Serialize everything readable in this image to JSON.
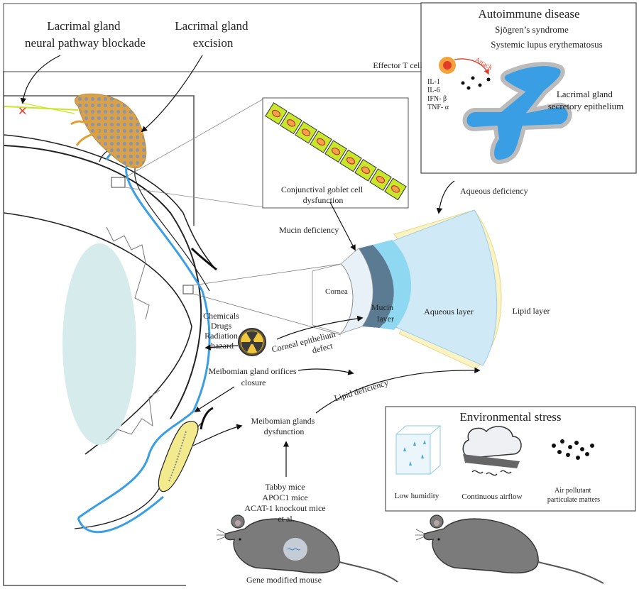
{
  "top_labels": {
    "neural_line1": "Lacrimal gland",
    "neural_line2": "neural pathway blockade",
    "excision_line1": "Lacrimal gland",
    "excision_line2": "excision"
  },
  "autoimmune": {
    "title": "Autoimmune disease",
    "item1": "Sjögren’s syndrome",
    "item2": "Systemic lupus erythematosus",
    "effector": "Effector T cell",
    "attack": "Attack",
    "cytokines": [
      "IL-1",
      "IL-6",
      "IFN- β",
      "TNF- α"
    ],
    "gland_line1": "Lacrimal gland",
    "gland_line2": "secretory epithelium"
  },
  "goblet": {
    "line1": "Conjunctival goblet cell",
    "line2": "dysfunction"
  },
  "tear_film": {
    "mucin_deficiency": "Mucin deficiency",
    "aqueous_deficiency": "Aqueous deficiency",
    "cornea": "Cornea",
    "mucin_layer_1": "Mucin",
    "mucin_layer_2": "layer",
    "aqueous_layer": "Aqueous layer",
    "lipid_layer": "Lipid layer"
  },
  "chemical": {
    "items": [
      "Chemicals",
      "Drugs",
      "Radiation",
      "hazard"
    ],
    "defect_line1": "Corneal epithelium",
    "defect_line2": "defect"
  },
  "meibomian": {
    "orifices_line1": "Meibomian gland orifices",
    "orifices_line2": "closure",
    "lipid_deficiency": "Lipid deficiency",
    "dysfunction_line1": "Meibomian glands",
    "dysfunction_line2": "dysfunction"
  },
  "mice": {
    "models": [
      "Tabby mice",
      "APOC1 mice",
      "ACAT-1 knockout mice",
      "et al."
    ],
    "gene_label": "Gene modified mouse"
  },
  "environment": {
    "title": "Environmental stress",
    "humidity": "Low humidity",
    "airflow": "Continuous airflow",
    "pollutant_line1": "Air pollutant",
    "pollutant_line2": "particulate matters"
  },
  "colors": {
    "conjunctiva_blue": "#3a9ee4",
    "lacrimal_orange": "#d9a24a",
    "goblet_green": "#c8e62c",
    "mucin_blue": "#8fd8f2",
    "aqueous_blue": "#cfe9f7",
    "lipid_yellow": "#fbf3c4",
    "attack_red": "#e23b2a",
    "lens_teal": "#d6ecec"
  }
}
